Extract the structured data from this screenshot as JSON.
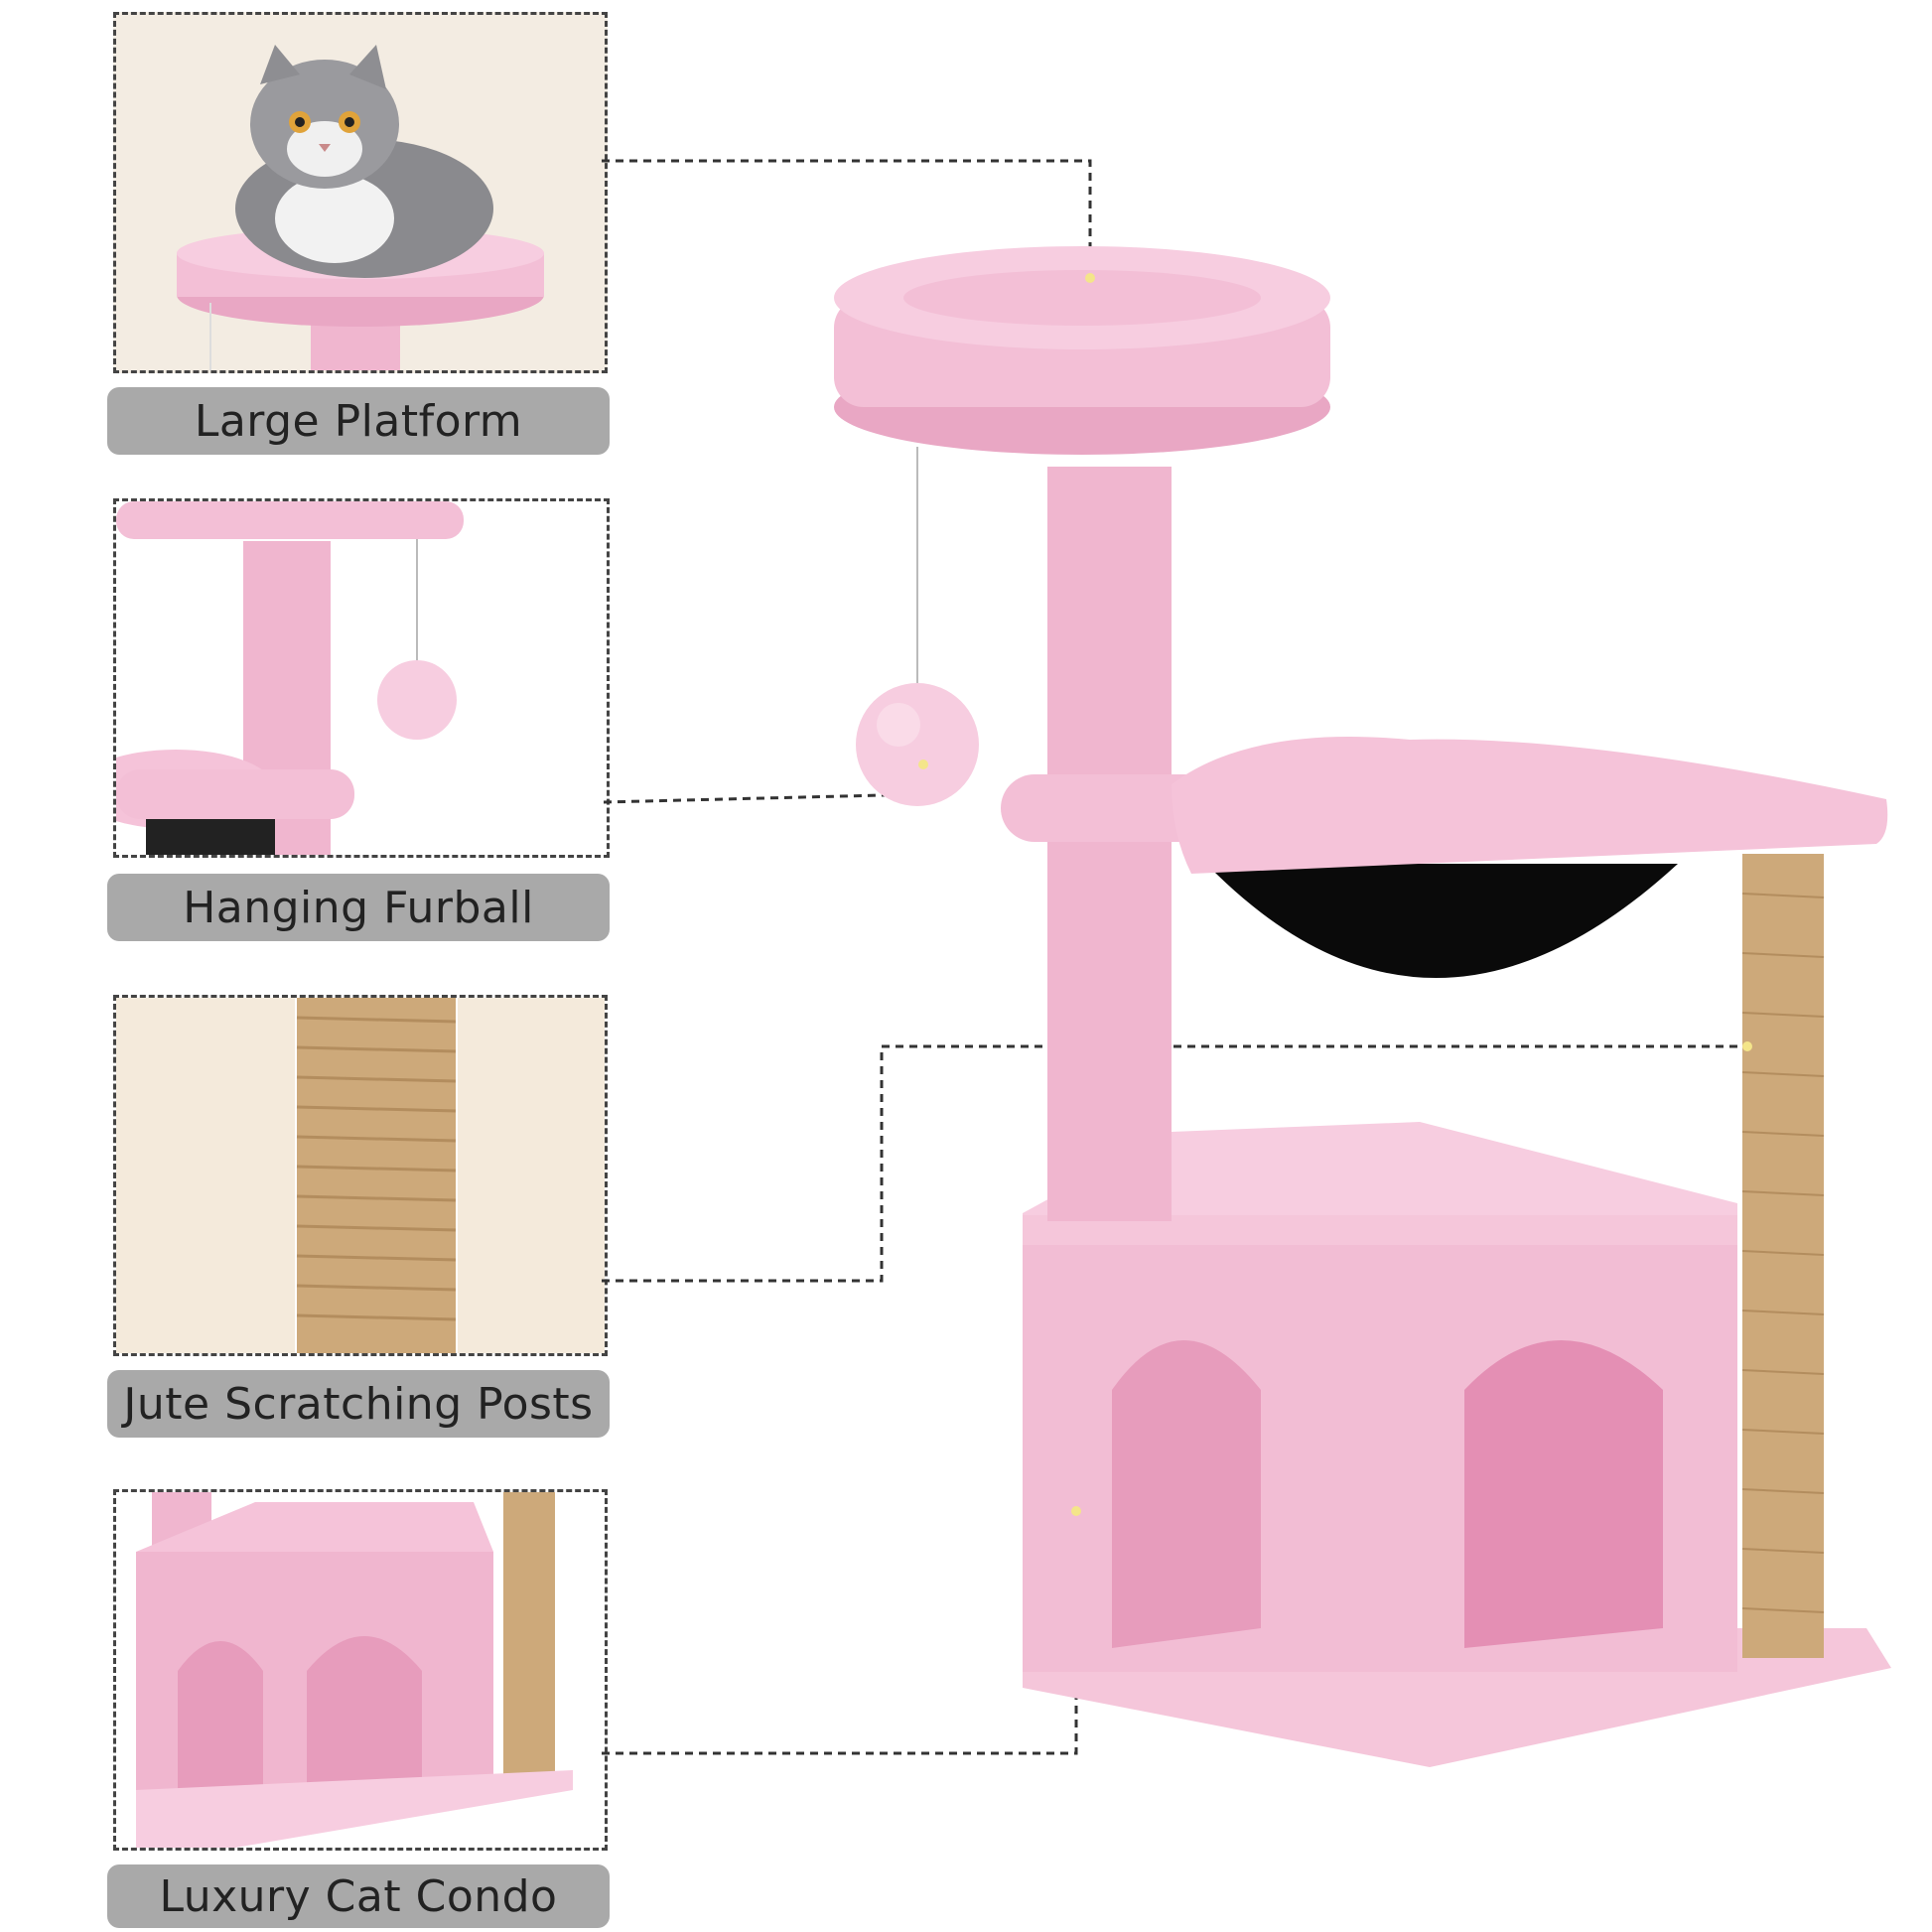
{
  "features": [
    {
      "id": "platform",
      "label": "Large Platform"
    },
    {
      "id": "furball",
      "label": "Hanging Furball"
    },
    {
      "id": "jute",
      "label": "Jute Scratching Posts"
    },
    {
      "id": "condo",
      "label": "Luxury Cat Condo"
    }
  ],
  "colors": {
    "pink_light": "#f7cde0",
    "pink_mid": "#f0b6cf",
    "pink_dark": "#e79cbc",
    "jute": "#cda97a",
    "jute_dark": "#b38d5e",
    "label_bg": "#a9a9a9",
    "hammock_inner": "#0a0a0a",
    "cream_bg": "#f4eadb"
  },
  "icons": [
    "cat-photo",
    "pink-platform",
    "furball-ball",
    "jute-post",
    "cat-condo"
  ]
}
